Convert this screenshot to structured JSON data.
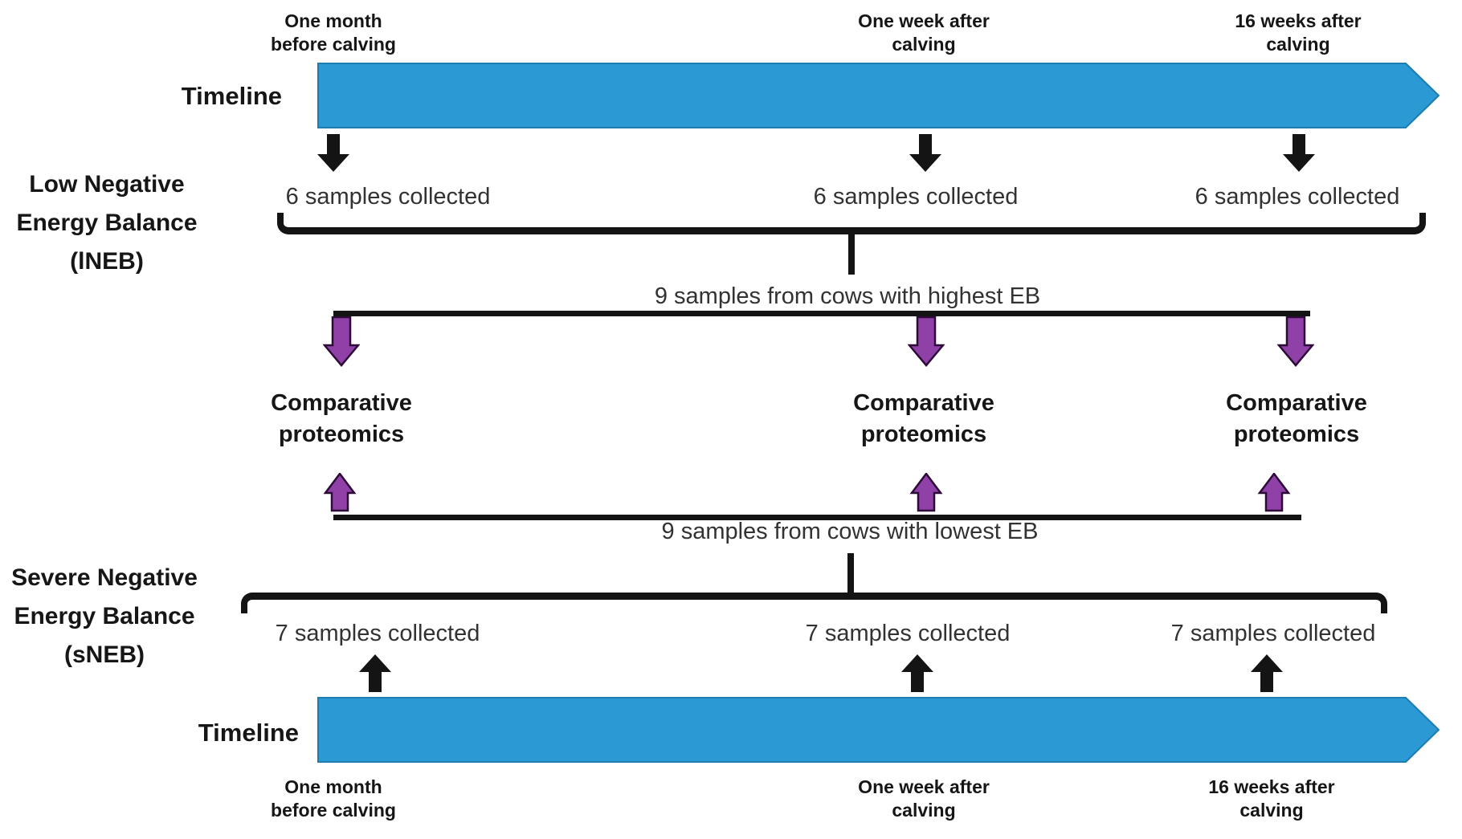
{
  "timeline": {
    "label": "Timeline",
    "timepoints": [
      "One month\nbefore calving",
      "One week after\ncalving",
      "16 weeks after\ncalving"
    ]
  },
  "groups": {
    "lneb": {
      "label": "Low Negative\nEnergy Balance\n(lNEB)",
      "samples_note": "6 samples collected",
      "pooled_note": "9 samples from cows with highest EB"
    },
    "sneb": {
      "label": "Severe Negative\nEnergy Balance\n(sNEB)",
      "samples_note": "7 samples collected",
      "pooled_note": "9 samples from cows with lowest EB"
    }
  },
  "analysis": {
    "label": "Comparative\nproteomics"
  },
  "colors": {
    "timeline_blue": "#2B99D3",
    "timeline_blue_border": "#1E7CB0",
    "arrow_purple": "#8F41A8",
    "arrow_purple_border": "#2E0A38",
    "ink": "#141414",
    "text_dark": "#323232"
  }
}
